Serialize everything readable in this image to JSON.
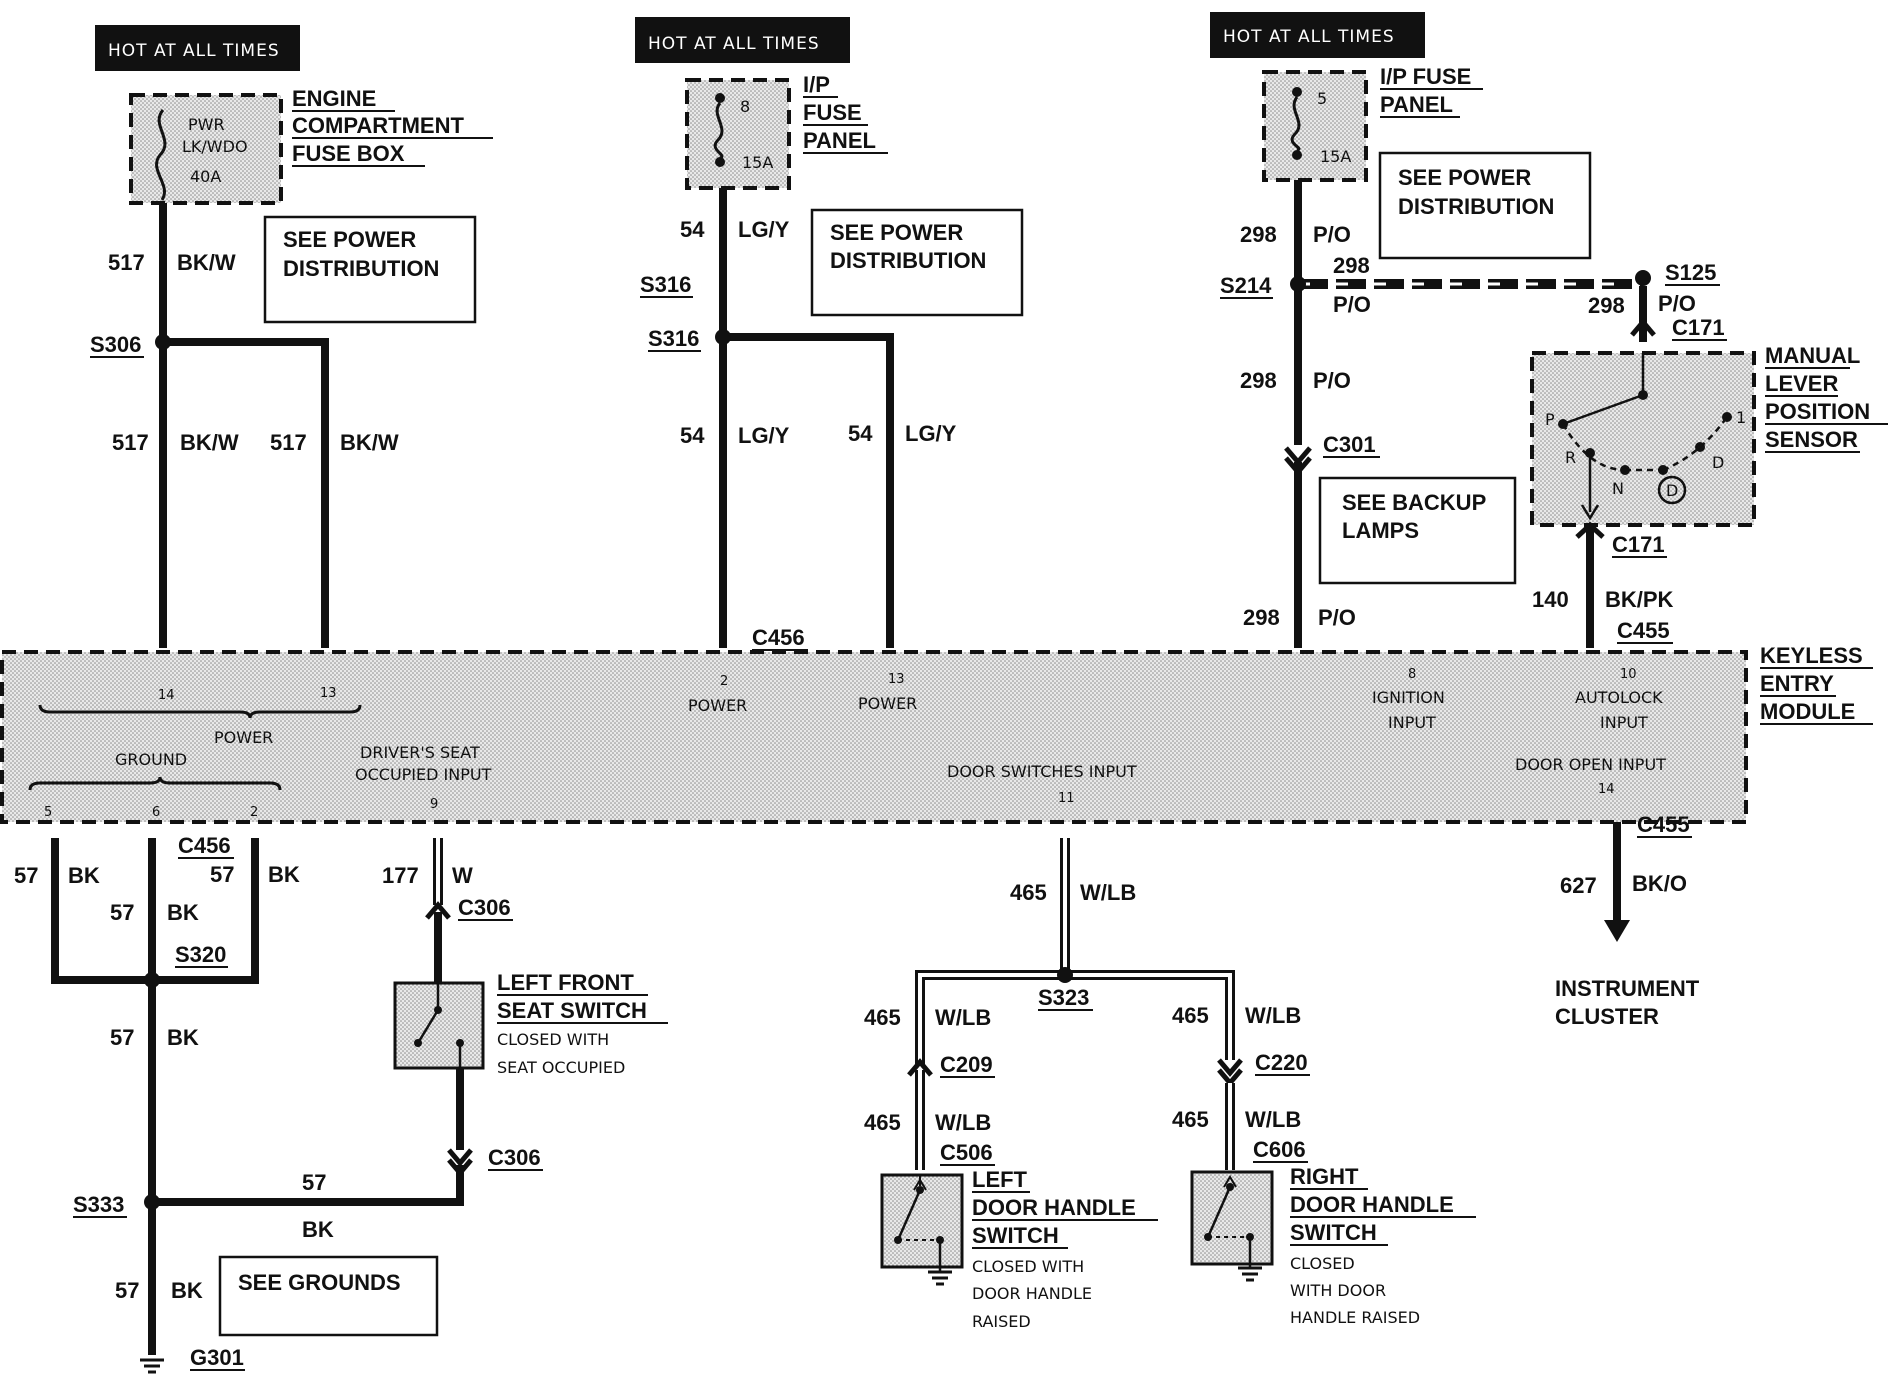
{
  "hot_labels": [
    "HOT AT ALL TIMES",
    "HOT AT ALL TIMES",
    "HOT AT ALL TIMES"
  ],
  "fuses": {
    "f1": {
      "lines": [
        "PWR",
        "LK/WDO",
        "40A"
      ],
      "title": [
        "ENGINE",
        "COMPARTMENT",
        "FUSE BOX"
      ]
    },
    "f2": {
      "num": "8",
      "amp": "15A",
      "title": [
        "I/P",
        "FUSE",
        "PANEL"
      ]
    },
    "f3": {
      "num": "5",
      "amp": "15A",
      "title": [
        "I/P FUSE",
        "PANEL"
      ]
    }
  },
  "refs": {
    "pd1": [
      "SEE POWER",
      "DISTRIBUTION"
    ],
    "pd2": [
      "SEE POWER",
      "DISTRIBUTION"
    ],
    "pd3": [
      "SEE POWER",
      "DISTRIBUTION"
    ],
    "backup": [
      "SEE BACKUP",
      "LAMPS"
    ],
    "grounds": "SEE GROUNDS"
  },
  "wires": {
    "w517": "517",
    "bkw": "BK/W",
    "w54": "54",
    "lgy": "LG/Y",
    "w298": "298",
    "po": "P/O",
    "w140": "140",
    "bkpk": "BK/PK",
    "w57": "57",
    "bk": "BK",
    "w177": "177",
    "w": "W",
    "w465": "465",
    "wlb": "W/LB",
    "w627": "627",
    "bko": "BK/O"
  },
  "splices": {
    "s306": "S306",
    "s316a": "S316",
    "s316b": "S316",
    "s214": "S214",
    "s125": "S125",
    "s320": "S320",
    "s333": "S333",
    "s323": "S323",
    "g301": "G301"
  },
  "connectors": {
    "c171a": "C171",
    "c171b": "C171",
    "c301": "C301",
    "c456a": "C456",
    "c455a": "C455",
    "c456b": "C456",
    "c306a": "C306",
    "c306b": "C306",
    "c455b": "C455",
    "c209": "C209",
    "c506": "C506",
    "c220": "C220",
    "c606": "C606"
  },
  "sensor": {
    "title": [
      "MANUAL",
      "LEVER",
      "POSITION",
      "SENSOR"
    ],
    "positions": {
      "p": "P",
      "r": "R",
      "n": "N",
      "d2": "D",
      "d": "D",
      "one": "1"
    }
  },
  "module": {
    "title": [
      "KEYLESS",
      "ENTRY",
      "MODULE"
    ],
    "pins": {
      "p14": "14",
      "p13": "13",
      "p2": "2",
      "p13b": "13",
      "p8": "8",
      "p10": "10",
      "p5": "5",
      "p6": "6",
      "p2b": "2",
      "p9": "9",
      "p11": "11",
      "p14b": "14"
    },
    "labels": {
      "power": "POWER",
      "power2": "POWER",
      "power13": "POWER",
      "ground": "GROUND",
      "ignition": [
        "IGNITION",
        "INPUT"
      ],
      "autolock": [
        "AUTOLOCK",
        "INPUT"
      ],
      "driver": [
        "DRIVER'S SEAT",
        "OCCUPIED INPUT"
      ],
      "door_sw": "DOOR SWITCHES INPUT",
      "door_open": "DOOR OPEN INPUT"
    }
  },
  "switches": {
    "seat": [
      "LEFT FRONT",
      "SEAT SWITCH",
      "CLOSED WITH",
      "SEAT OCCUPIED"
    ],
    "left_door": [
      "LEFT",
      "DOOR HANDLE",
      "SWITCH",
      "CLOSED WITH",
      "DOOR HANDLE",
      "RAISED"
    ],
    "right_door": [
      "RIGHT",
      "DOOR HANDLE",
      "SWITCH",
      "CLOSED",
      "WITH DOOR",
      "HANDLE RAISED"
    ]
  },
  "cluster": [
    "INSTRUMENT",
    "CLUSTER"
  ]
}
